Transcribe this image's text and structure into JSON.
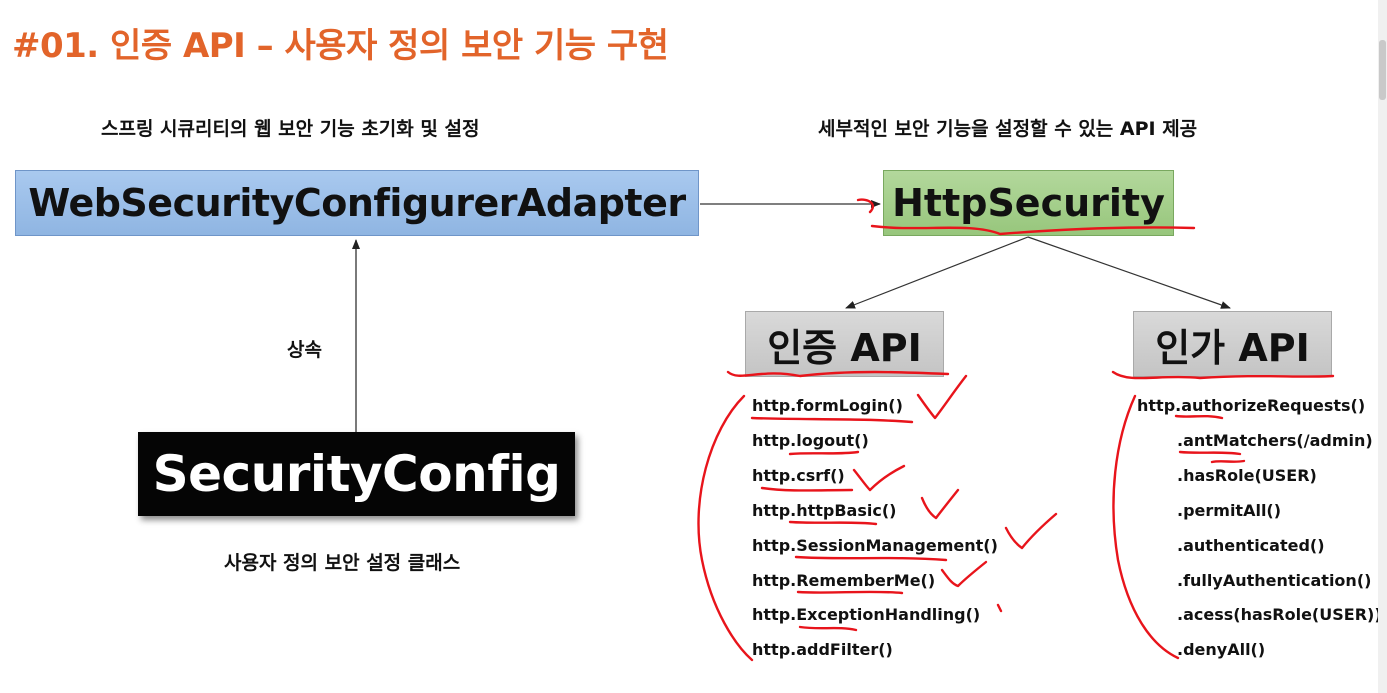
{
  "slide": {
    "title": "#01. 인증 API – 사용자 정의 보안 기능 구현",
    "captions": {
      "wsca_desc": "스프링 시큐리티의 웹 보안 기능 초기화 및 설정",
      "http_desc": "세부적인 보안 기능을 설정할 수 있는 API 제공",
      "inherit": "상속",
      "sc_desc": "사용자 정의 보안 설정 클래스"
    },
    "boxes": {
      "wsca": "WebSecurityConfigurerAdapter",
      "http_security": "HttpSecurity",
      "security_config": "SecurityConfig",
      "auth_api": "인증 API",
      "authz_api": "인가 API"
    },
    "auth_methods": [
      "http.formLogin()",
      "http.logout()",
      "http.csrf()",
      "http.httpBasic()",
      "http.SessionManagement()",
      "http.RememberMe()",
      "http.ExceptionHandling()",
      "http.addFilter()"
    ],
    "authz_methods": [
      "http.authorizeRequests()",
      ".antMatchers(/admin)",
      ".hasRole(USER)",
      ".permitAll()",
      ".authenticated()",
      ".fullyAuthentication()",
      ".acess(hasRole(USER))",
      ".denyAll()"
    ]
  },
  "colors": {
    "title": "#e2642a",
    "wsca_fill": "#9dbfe9",
    "http_fill": "#a5cf8c",
    "api_fill": "#cfcfcf",
    "sc_fill": "#050505",
    "annotation": "#e8141b"
  }
}
